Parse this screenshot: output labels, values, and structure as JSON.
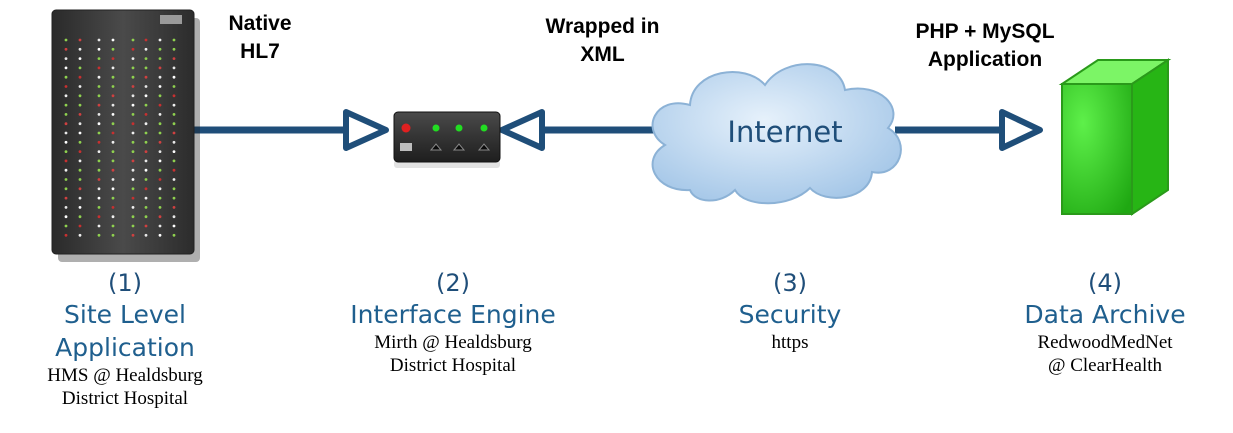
{
  "edges": {
    "native": "Native\nHL7",
    "xml": "Wrapped in\nXML",
    "php": "PHP + MySQL\nApplication"
  },
  "cloud": {
    "label": "Internet"
  },
  "nodes": [
    {
      "num": "(1)",
      "title": "Site Level\nApplication",
      "sub": "HMS @ Healdsburg\nDistrict Hospital"
    },
    {
      "num": "(2)",
      "title": "Interface Engine",
      "sub": "Mirth @ Healdsburg\nDistrict Hospital"
    },
    {
      "num": "(3)",
      "title": "Security",
      "sub": "https"
    },
    {
      "num": "(4)",
      "title": "Data Archive",
      "sub": "RedwoodMedNet\n@ ClearHealth"
    }
  ],
  "colors": {
    "connector": "#1f4e79",
    "cube_green": "#33cc22",
    "server_body": "#3a3a3a",
    "cloud_fill": "#b8d4ee"
  },
  "icons": [
    "server-rack-icon",
    "router-icon",
    "cloud-icon",
    "cube-icon"
  ]
}
